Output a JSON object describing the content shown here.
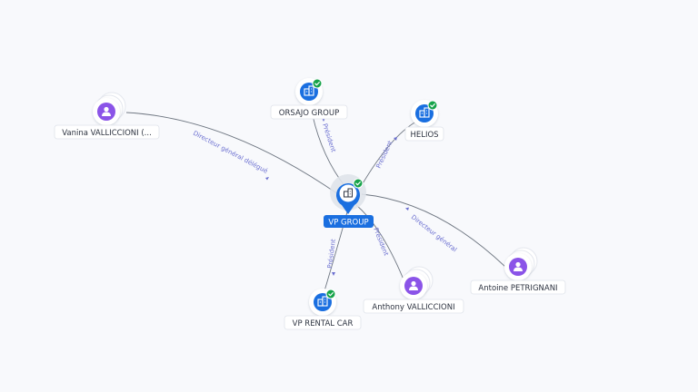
{
  "colors": {
    "company_icon": "#1a6fe0",
    "person_icon": "#8b54e8",
    "verified_badge": "#16a34a",
    "edge_label": "#6b6fd0",
    "center_label_bg": "#1a6fe0"
  },
  "center": {
    "label": "VP GROUP",
    "icon": "building-icon",
    "verified": true
  },
  "nodes": [
    {
      "id": "orsajo",
      "label": "ORSAJO GROUP",
      "type": "company",
      "verified": true
    },
    {
      "id": "helios",
      "label": "HELIOS",
      "type": "company",
      "verified": true
    },
    {
      "id": "vp_rental",
      "label": "VP RENTAL CAR",
      "type": "company",
      "verified": true
    },
    {
      "id": "vanina",
      "label": "Vanina VALLICCIONI (...",
      "type": "person",
      "verified": false
    },
    {
      "id": "anthony",
      "label": "Anthony VALLICCIONI",
      "type": "person",
      "verified": false
    },
    {
      "id": "antoine",
      "label": "Antoine PETRIGNANI",
      "type": "person",
      "verified": false
    }
  ],
  "edges": [
    {
      "id": "vanina",
      "label": "Directeur général délégué"
    },
    {
      "id": "orsajo",
      "label": "Président"
    },
    {
      "id": "helios",
      "label": "Président"
    },
    {
      "id": "antoine",
      "label": "Directeur général"
    },
    {
      "id": "anthony",
      "label": "Président"
    },
    {
      "id": "vp_rental",
      "label": "Président"
    }
  ]
}
